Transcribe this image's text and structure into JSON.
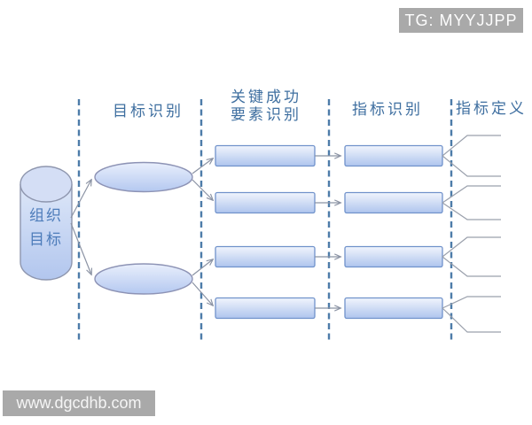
{
  "overlays": {
    "top_badge": "TG: MYYJJPP",
    "bottom_watermark": "www.dgcdhb.com"
  },
  "diagram": {
    "source": {
      "id": "organization-goal",
      "lines": [
        "组织",
        "目标"
      ]
    },
    "stages": [
      {
        "id": "goal-identification",
        "lines": [
          "目标识别"
        ]
      },
      {
        "id": "csf-identification",
        "lines": [
          "关键成功",
          "要素识别"
        ]
      },
      {
        "id": "indicator-identification",
        "lines": [
          "指标识别"
        ]
      },
      {
        "id": "indicator-definition",
        "lines": [
          "指标定义"
        ]
      }
    ],
    "structure": {
      "goal_nodes": 2,
      "csf_nodes": 4,
      "indicator_nodes": 4,
      "definition_branches_per_indicator": 2
    }
  },
  "colors": {
    "shape_fill_top": "#eff4fd",
    "shape_fill_bottom": "#b0c6ee",
    "shape_border": "#7092cb",
    "ellipse_border": "#8d93b5",
    "dashed_divider": "#4d7ca9",
    "connector": "#8b93a4",
    "header_text": "#3f6fa0",
    "cylinder_text": "#4d7cba",
    "watermark_bg": "#a9a9a9",
    "watermark_text": "#ffffff"
  }
}
